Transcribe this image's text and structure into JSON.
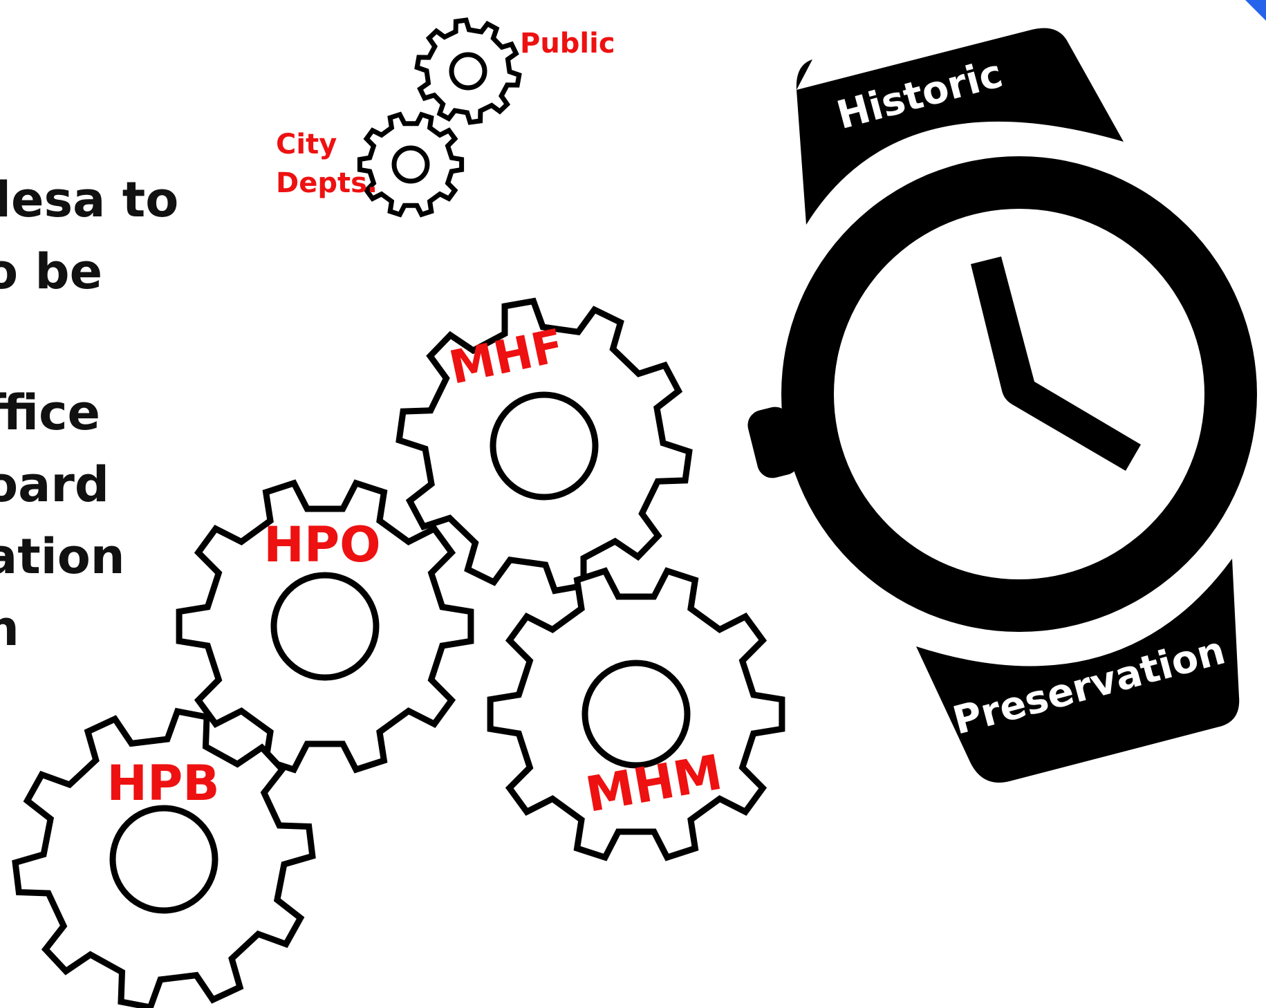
{
  "left_text_fragments": [
    "lesa to",
    "o be",
    "ffice",
    "oard",
    "ation",
    "n"
  ],
  "gears": {
    "public": "Public",
    "city_depts_line1": "City",
    "city_depts_line2": "Depts.",
    "mhf": "MHF",
    "hpo": "HPO",
    "mhm": "MHM",
    "hpb": "HPB"
  },
  "watch": {
    "strap_top": "Historic",
    "strap_bottom": "Preservation"
  },
  "colors": {
    "label_red": "#ee1111",
    "ink": "#000000"
  }
}
